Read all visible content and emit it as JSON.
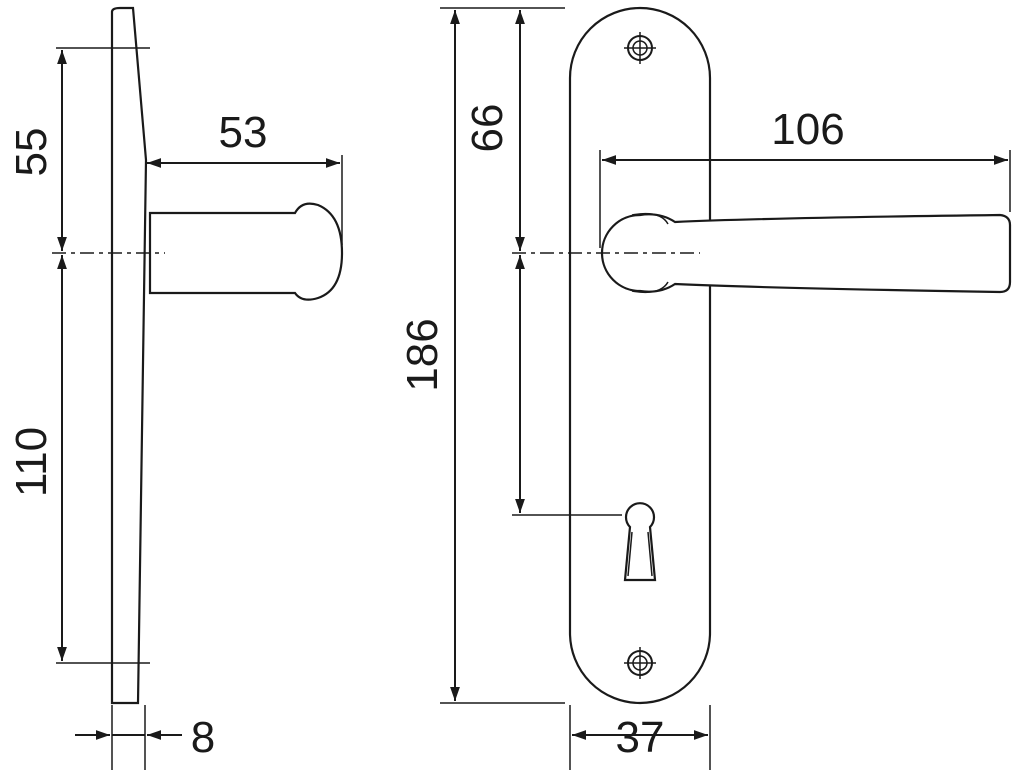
{
  "title": "Door handle on long backplate - dimension drawing",
  "dimensions": {
    "upper_to_spindle": "55",
    "handle_projection": "53",
    "spindle_to_lower": "110",
    "plate_thickness": "8",
    "top_to_spindle": "66",
    "plate_height": "186",
    "lever_length": "106",
    "plate_width": "37"
  }
}
